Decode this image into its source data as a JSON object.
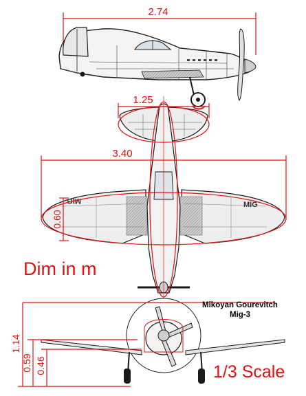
{
  "aircraft": {
    "name_line1": "Mikoyan Gourevitch",
    "name_line2": "Mig-3"
  },
  "dimensions": {
    "length": "2.74",
    "tailplane_span": "1.25",
    "wingspan": "3.40",
    "wing_chord": "0.60",
    "height_total": "1.14",
    "height_wing": "0.59",
    "height_gear": "0.46"
  },
  "labels": {
    "units": "Dim in m",
    "scale": "1/3 Scale",
    "wing_marking_left": "MIG",
    "wing_marking_right": "MIG"
  },
  "colors": {
    "dimension_red": "#e01010",
    "drawing_ink": "#1a1a1a",
    "panel_gray": "#b8b8b8"
  }
}
